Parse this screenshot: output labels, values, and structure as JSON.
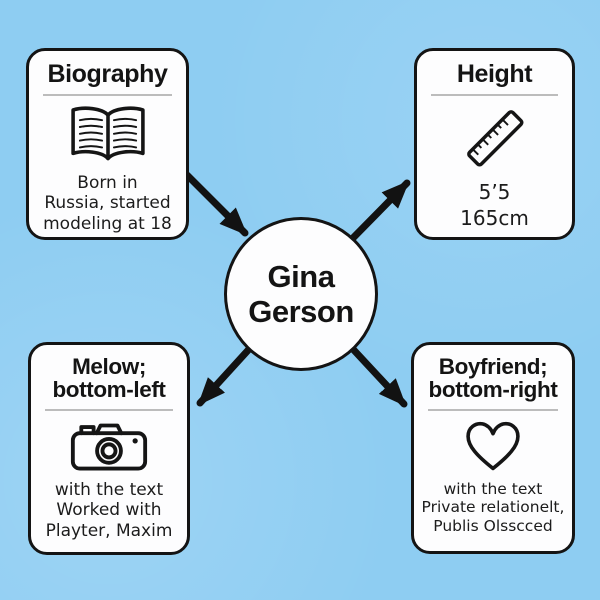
{
  "colors": {
    "background": "#8ecdf2",
    "node_fill": "#fdfdfe",
    "outline": "#141414",
    "divider": "#bcbcbc",
    "arrow": "#121212"
  },
  "center_node": {
    "line1": "Gina",
    "line2": "Gerson"
  },
  "nodes": {
    "biography": {
      "title": "Biography",
      "icon": "open-book-icon",
      "body": [
        "Born in",
        "Russia, started",
        "modeling at 18"
      ]
    },
    "height": {
      "title": "Height",
      "icon": "ruler-icon",
      "body": [
        "5’5",
        "165cm"
      ]
    },
    "melow": {
      "title_line1": "Melow;",
      "title_line2": "bottom-left",
      "icon": "camera-icon",
      "body": [
        "with the text",
        "Worked with",
        "Playter, Maxim"
      ]
    },
    "boyfriend": {
      "title_line1": "Boyfriend;",
      "title_line2": "bottom-right",
      "icon": "heart-icon",
      "body": [
        "with the text",
        "Private relationelt,",
        "Publis Olsscced"
      ]
    }
  },
  "arrows": [
    {
      "from": "biography",
      "to": "center"
    },
    {
      "from": "center",
      "to": "height"
    },
    {
      "from": "center",
      "to": "melow"
    },
    {
      "from": "center",
      "to": "boyfriend"
    }
  ]
}
